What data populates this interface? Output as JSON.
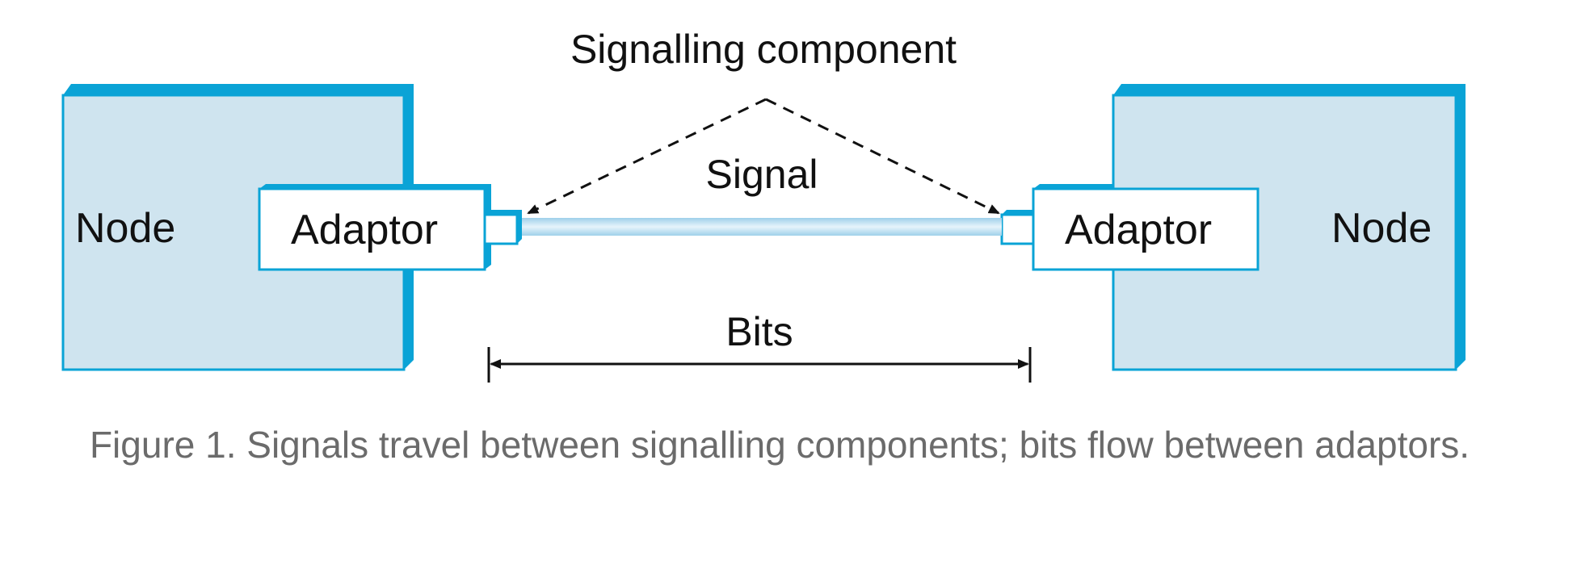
{
  "labels": {
    "signalling_component": "Signalling component",
    "signal": "Signal",
    "bits": "Bits",
    "node_left": "Node",
    "node_right": "Node",
    "adaptor_left": "Adaptor",
    "adaptor_right": "Adaptor"
  },
  "caption": "Figure 1. Signals travel between signalling components; bits flow between adaptors.",
  "colors": {
    "node_fill": "#cfe4ef",
    "node_edge": "#0aa3d6",
    "adaptor_fill": "#ffffff",
    "link": "#bfdff0",
    "line": "#111111",
    "caption_text": "#6b6b6b"
  }
}
